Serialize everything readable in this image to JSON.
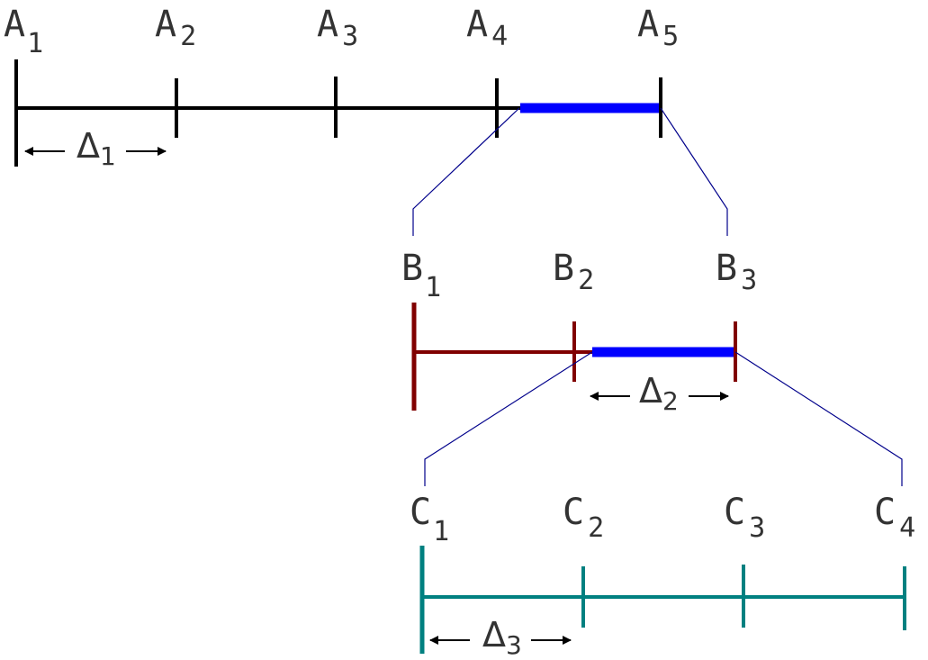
{
  "colors": {
    "row_a": "#000000",
    "row_b": "#800000",
    "row_c": "#008080",
    "highlight": "#0000ff",
    "connector": "#00008b",
    "text": "#333333"
  },
  "rows": {
    "a": {
      "letter": "A",
      "ticks": [
        {
          "letter": "A",
          "sub": "1"
        },
        {
          "letter": "A",
          "sub": "2"
        },
        {
          "letter": "A",
          "sub": "3"
        },
        {
          "letter": "A",
          "sub": "4"
        },
        {
          "letter": "A",
          "sub": "5"
        }
      ],
      "delta": {
        "symbol": "Δ",
        "sub": "1"
      }
    },
    "b": {
      "letter": "B",
      "ticks": [
        {
          "letter": "B",
          "sub": "1"
        },
        {
          "letter": "B",
          "sub": "2"
        },
        {
          "letter": "B",
          "sub": "3"
        }
      ],
      "delta": {
        "symbol": "Δ",
        "sub": "2"
      }
    },
    "c": {
      "letter": "C",
      "ticks": [
        {
          "letter": "C",
          "sub": "1"
        },
        {
          "letter": "C",
          "sub": "2"
        },
        {
          "letter": "C",
          "sub": "3"
        },
        {
          "letter": "C",
          "sub": "4"
        }
      ],
      "delta": {
        "symbol": "Δ",
        "sub": "3"
      }
    }
  }
}
